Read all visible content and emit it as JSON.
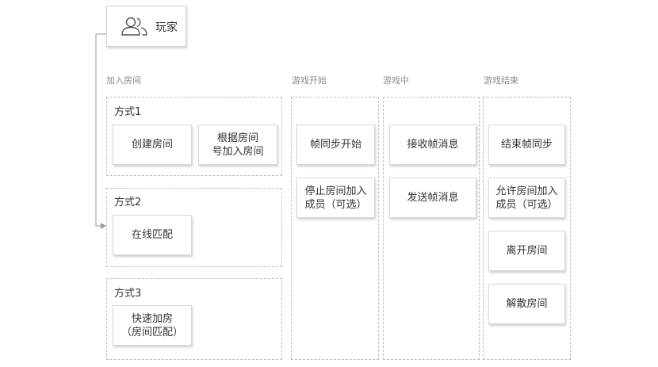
{
  "player": {
    "label": "玩家",
    "icon": "users-icon"
  },
  "sections": {
    "join_room": "加入房间",
    "game_start": "游戏开始",
    "in_game": "游戏中",
    "game_end": "游戏结束"
  },
  "join_methods": [
    {
      "title": "方式1",
      "options": [
        "创建房间",
        "根据房间\n号加入房间"
      ]
    },
    {
      "title": "方式2",
      "options": [
        "在线匹配"
      ]
    },
    {
      "title": "方式3",
      "options": [
        "快速加房\n（房间匹配）"
      ]
    }
  ],
  "game_start_steps": [
    "帧同步开始",
    "停止房间加入\n成员（可选）"
  ],
  "in_game_steps": [
    "接收帧消息",
    "发送帧消息"
  ],
  "game_end_steps": [
    "结束帧同步",
    "允许房间加入\n成员（可选）",
    "离开房间",
    "解散房间"
  ],
  "colors": {
    "border": "#d8d8d8",
    "dashed": "#bdbdbd",
    "label": "#8a8a8a",
    "text": "#333333"
  }
}
